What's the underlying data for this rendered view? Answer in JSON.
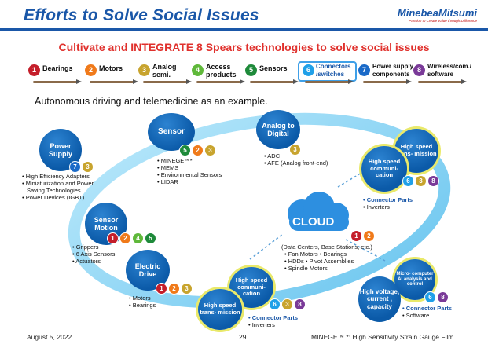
{
  "header": {
    "title": "Efforts to Solve Social Issues",
    "logo_name": "MinebeaMitsumi",
    "logo_tagline": "Passion to Create Value through Difference"
  },
  "subtitle": "Cultivate and INTEGRATE 8 Spears technologies to solve social issues",
  "spears": [
    {
      "num": "1",
      "label": "Bearings",
      "color": "#c41e2a"
    },
    {
      "num": "2",
      "label": "Motors",
      "color": "#f07a1a"
    },
    {
      "num": "3",
      "label": "Analog semi.",
      "color": "#c8a42e"
    },
    {
      "num": "4",
      "label": "Access products",
      "color": "#5fb83a"
    },
    {
      "num": "5",
      "label": "Sensors",
      "color": "#1e8a3a"
    },
    {
      "num": "6",
      "label": "Connectors /switches",
      "color": "#20a0e8"
    },
    {
      "num": "7",
      "label": "Power supply components",
      "color": "#1a6ac8"
    },
    {
      "num": "8",
      "label": "Wireless/com./ software",
      "color": "#7a3a98"
    }
  ],
  "intro": "Autonomous driving and telemedicine as an example.",
  "nodes": {
    "power_supply": {
      "label": "Power Supply",
      "badges": [
        "7",
        "3"
      ],
      "items": [
        "• High Efficiency Adapters",
        "• Miniaturization and Power",
        "  Saving Technologies",
        "• Power Devices (IGBT)"
      ]
    },
    "sensor": {
      "label": "Sensor",
      "badges": [
        "5",
        "2",
        "3"
      ],
      "items": [
        "• MINEGE™*",
        "• MEMS",
        "• Environmental Sensors",
        "• LIDAR"
      ]
    },
    "analog": {
      "label": "Analog to Digital",
      "badges": [
        "3"
      ],
      "items": [
        "• ADC",
        "• AFE (Analog front-end)"
      ]
    },
    "hs_comm_top": {
      "label": "High speed communi- cation",
      "badges": [
        "6",
        "3",
        "8"
      ],
      "items": [
        "• Connector Parts",
        "• Inverters"
      ]
    },
    "hs_trans_top": {
      "label": "High speed trans- mission"
    },
    "sensor_motion": {
      "label": "Sensor Motion",
      "badges": [
        "1",
        "2",
        "4",
        "5"
      ],
      "items": [
        "• Grippers",
        "• 6 Axis Sensors",
        "• Actuators"
      ]
    },
    "electric_drive": {
      "label": "Electric Drive",
      "badges": [
        "1",
        "2",
        "3"
      ],
      "items": [
        "• Motors",
        "• Bearings"
      ]
    },
    "hs_comm_bottom": {
      "label": "High speed communi- cation",
      "badges": [
        "6",
        "3",
        "8"
      ],
      "items": [
        "• Connector Parts",
        "• Inverters"
      ]
    },
    "hs_trans_bottom": {
      "label": "High speed trans- mission"
    },
    "high_voltage": {
      "label": "High voltage, current , capacity",
      "items": [
        "• Connector Parts",
        "• Software"
      ]
    },
    "micro": {
      "label": "Micro- computer AI analysis and control",
      "badges": [
        "6",
        "8"
      ]
    },
    "cloud": {
      "label": "CLOUD",
      "badges": [
        "1",
        "2"
      ],
      "items": [
        "(Data Centers, Base Stations, etc.)",
        "• Fan Motors • Bearings",
        "• HDDs • Pivot Assemblies",
        "• Spindle Motors"
      ]
    }
  },
  "footer": {
    "date": "August 5, 2022",
    "page": "29",
    "note": "MINEGE™ *: High Sensitivity Strain Gauge Film"
  }
}
